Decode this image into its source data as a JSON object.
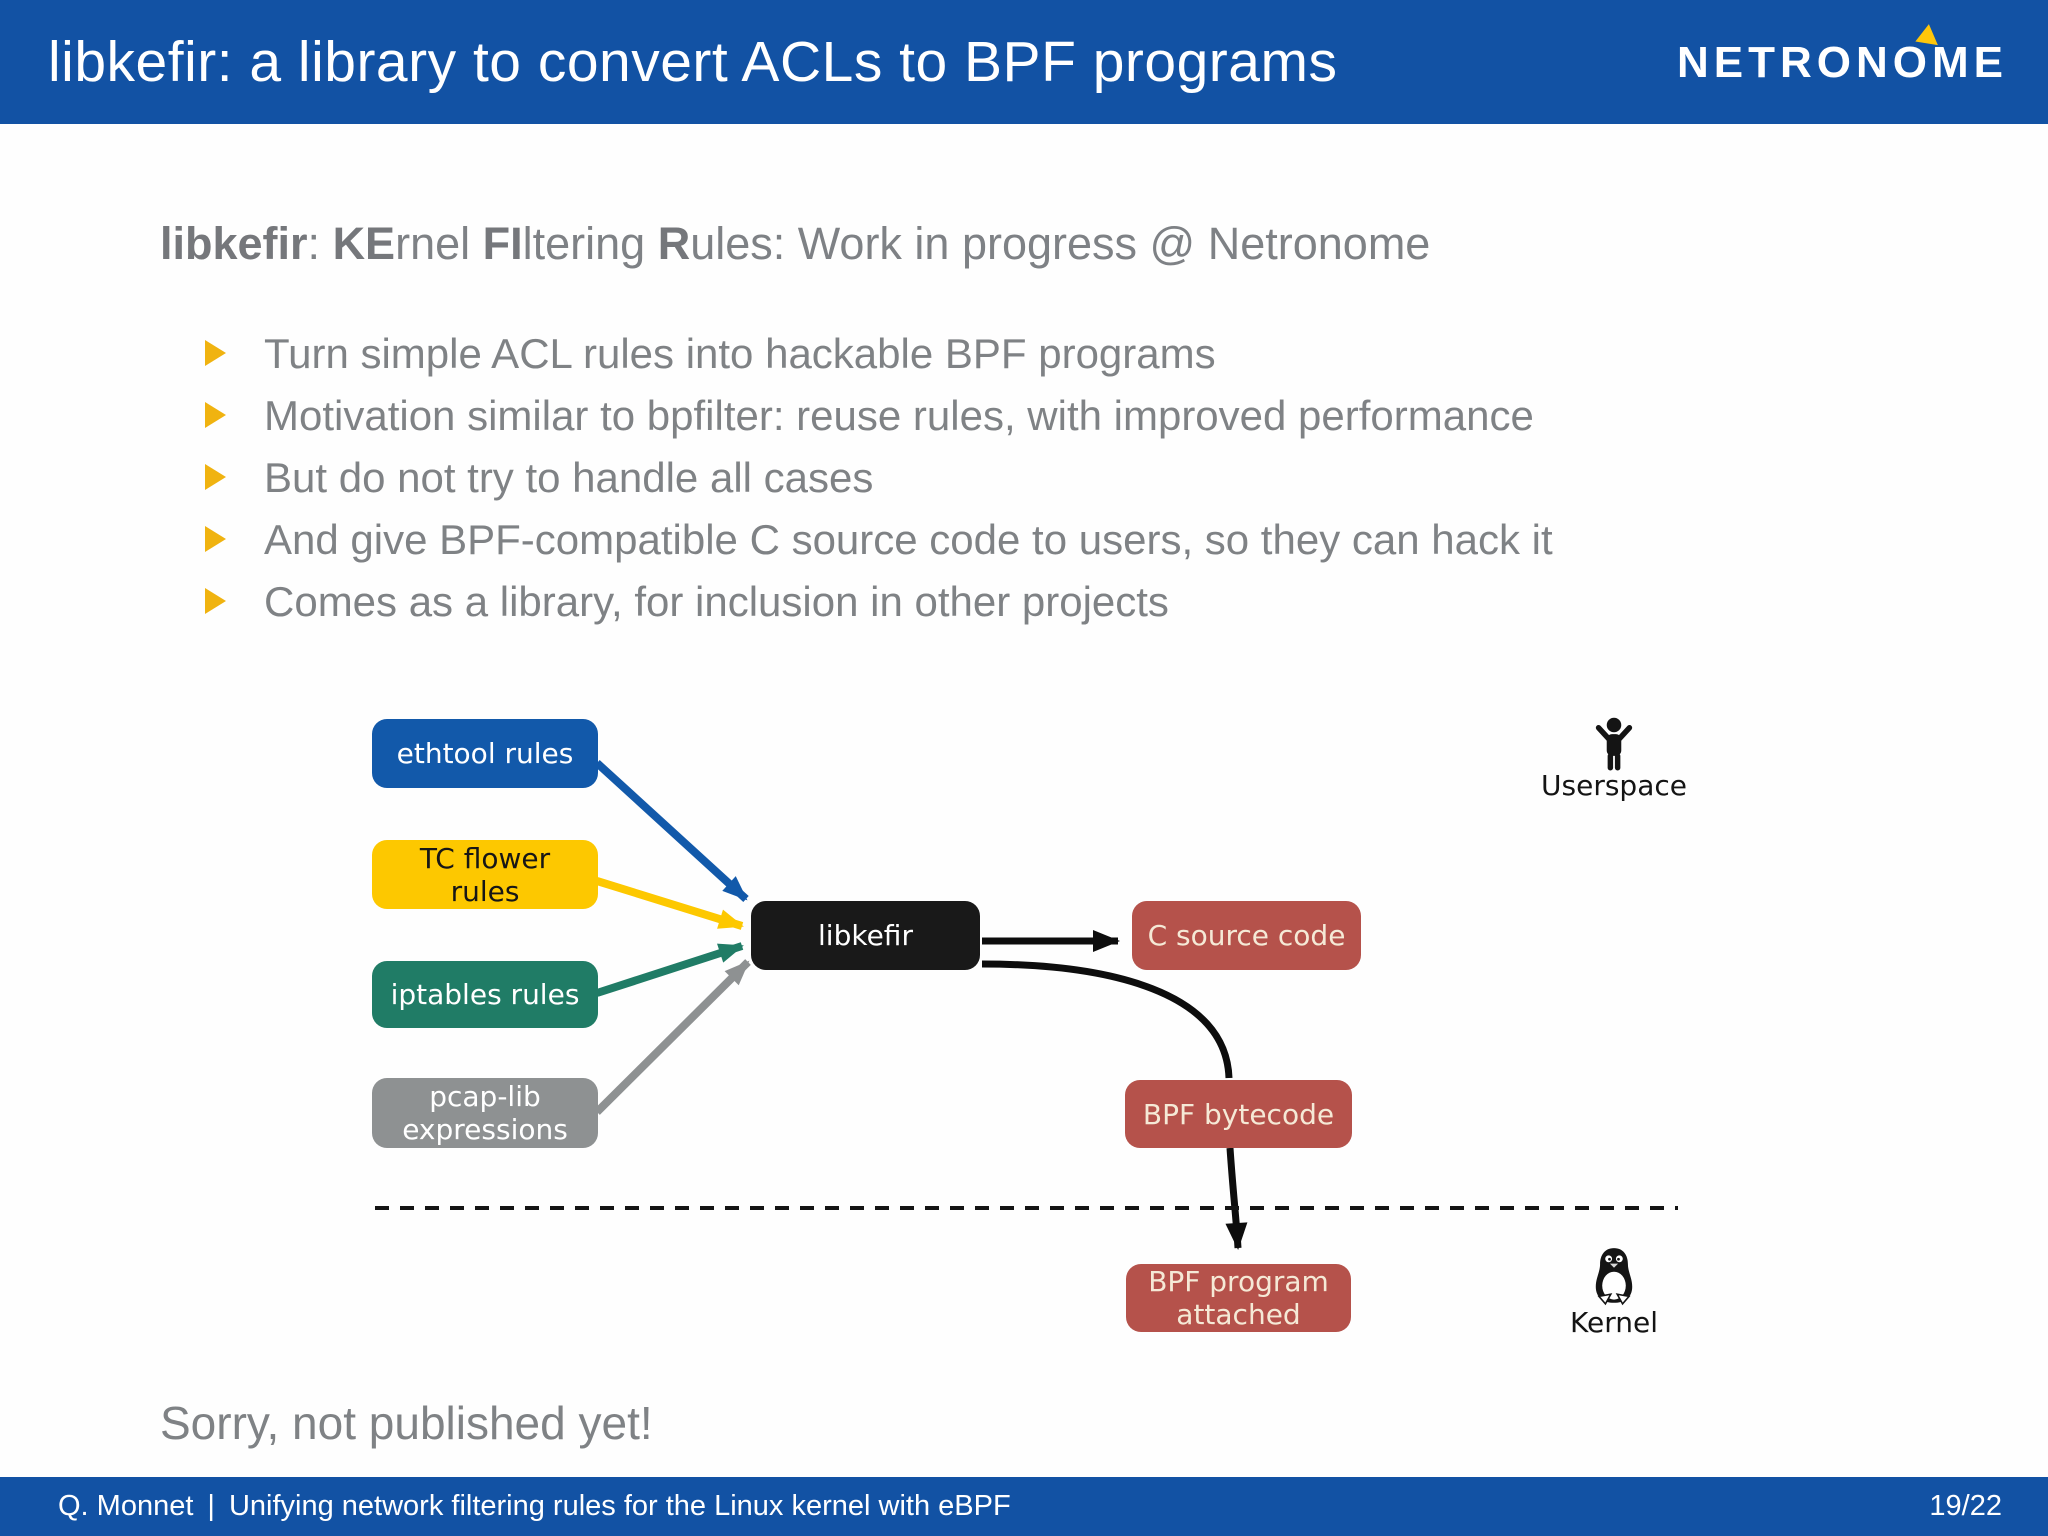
{
  "header": {
    "title": "libkefir: a library to convert ACLs to BPF programs",
    "logo_left": "NETRON",
    "logo_o": "O",
    "logo_right": "ME"
  },
  "heading": {
    "b1": "libkefir",
    "r1": ": ",
    "b2": "KE",
    "r2": "rnel ",
    "b3": "FI",
    "r3": "ltering ",
    "b4": "R",
    "r4": "ules: Work in progress @ Netronome"
  },
  "bullets": [
    "Turn simple ACL rules into hackable BPF programs",
    "Motivation similar to bpfilter: reuse rules, with improved performance",
    "But do not try to handle all cases",
    "And give BPF-compatible C source code to users, so they can hack it",
    "Comes as a library, for inclusion in other projects"
  ],
  "diagram": {
    "inputs": [
      {
        "line1": "ethtool rules",
        "line2": ""
      },
      {
        "line1": "TC flower",
        "line2": "rules"
      },
      {
        "line1": "iptables rules",
        "line2": ""
      },
      {
        "line1": "pcap-lib",
        "line2": "expressions"
      }
    ],
    "hub": {
      "label": "libkefir"
    },
    "outputs": [
      {
        "line1": "C source code",
        "line2": ""
      },
      {
        "line1": "BPF bytecode",
        "line2": ""
      },
      {
        "line1": "BPF program",
        "line2": "attached"
      }
    ],
    "userspace_label": "Userspace",
    "kernel_label": "Kernel"
  },
  "note": "Sorry, not published yet!",
  "footer": {
    "author": "Q. Monnet",
    "separator": "|",
    "title": "Unifying network filtering rules for the Linux kernel with eBPF",
    "page": "19/22"
  },
  "colors": {
    "header_blue": "#1252a4",
    "node_blue": "#1259aa",
    "node_yellow": "#fdc800",
    "node_teal": "#207c66",
    "node_gray": "#8e9192",
    "node_black": "#191919",
    "node_red": "#b5524b",
    "red_box_text": "#f5e9d6",
    "bullet_marker": "#f0b310",
    "logo_triangle": "#ffc60a",
    "body_text_gray": "#7f8285"
  }
}
